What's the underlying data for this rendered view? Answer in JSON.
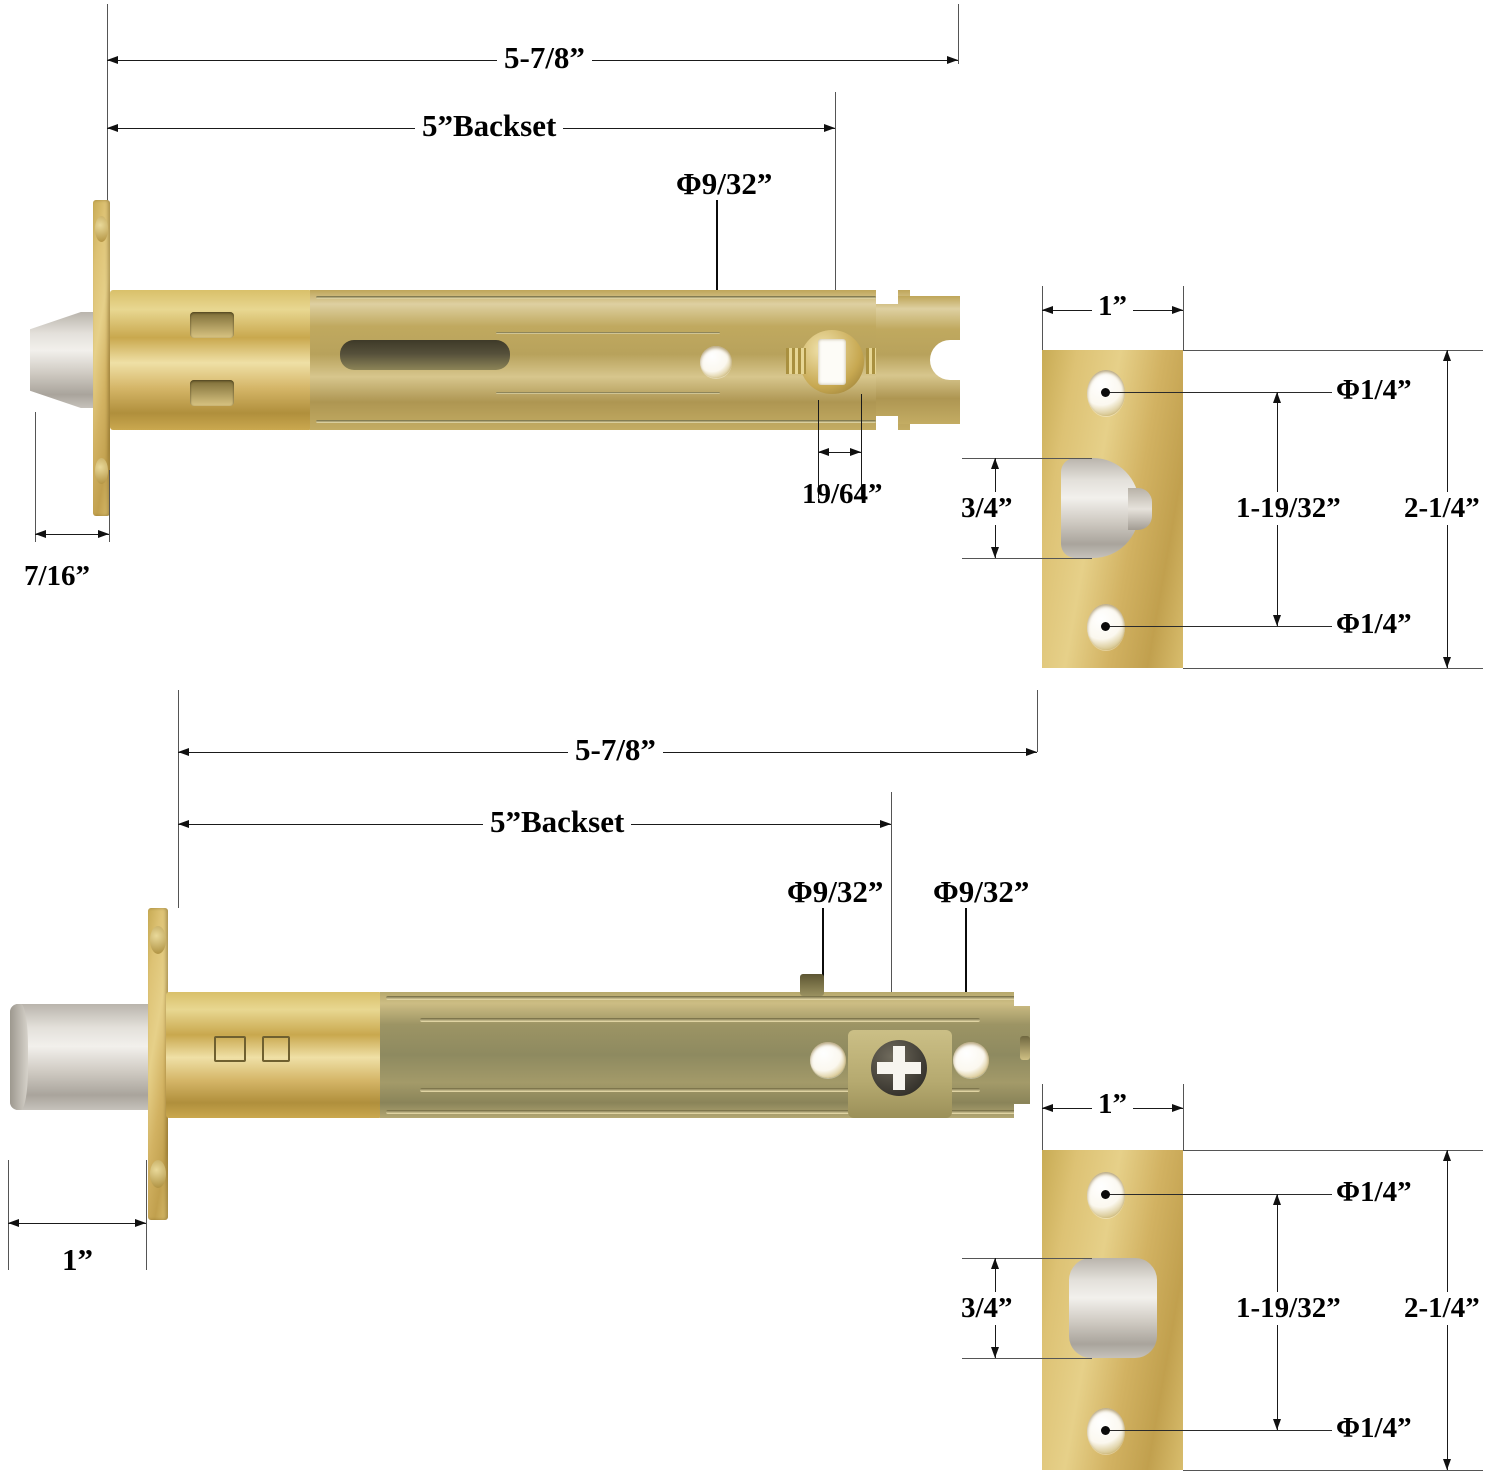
{
  "diagram": {
    "title": "Door latch and deadbolt dimensional drawing",
    "units": "inches",
    "top_assembly": {
      "name": "spring-latch-assembly",
      "dimensions": {
        "overall_length": "5-7/8”",
        "backset": "5”Backset",
        "hole_diameter": "Φ9/32”",
        "spindle_width": "19/64”",
        "faceplate_thickness": "7/16”"
      },
      "strike_face": {
        "name": "latch-faceplate-front-view",
        "plate_width": "1”",
        "bolt_height": "3/4”",
        "hole_spacing": "1-19/32”",
        "plate_height": "2-1/4”",
        "top_hole_diameter": "Φ1/4”",
        "bottom_hole_diameter": "Φ1/4”"
      }
    },
    "bottom_assembly": {
      "name": "deadbolt-assembly",
      "dimensions": {
        "overall_length": "5-7/8”",
        "backset": "5”Backset",
        "hole_diameter_left": "Φ9/32”",
        "hole_diameter_right": "Φ9/32”",
        "bolt_projection": "1”"
      },
      "strike_face": {
        "name": "deadbolt-faceplate-front-view",
        "plate_width": "1”",
        "bolt_height": "3/4”",
        "hole_spacing": "1-19/32”",
        "plate_height": "2-1/4”",
        "top_hole_diameter": "Φ1/4”",
        "bottom_hole_diameter": "Φ1/4”"
      }
    },
    "colors": {
      "line": "#101010",
      "extension": "#555555",
      "brass": "#d2b262",
      "steel": "#d8d4cd",
      "background": "#ffffff"
    }
  }
}
